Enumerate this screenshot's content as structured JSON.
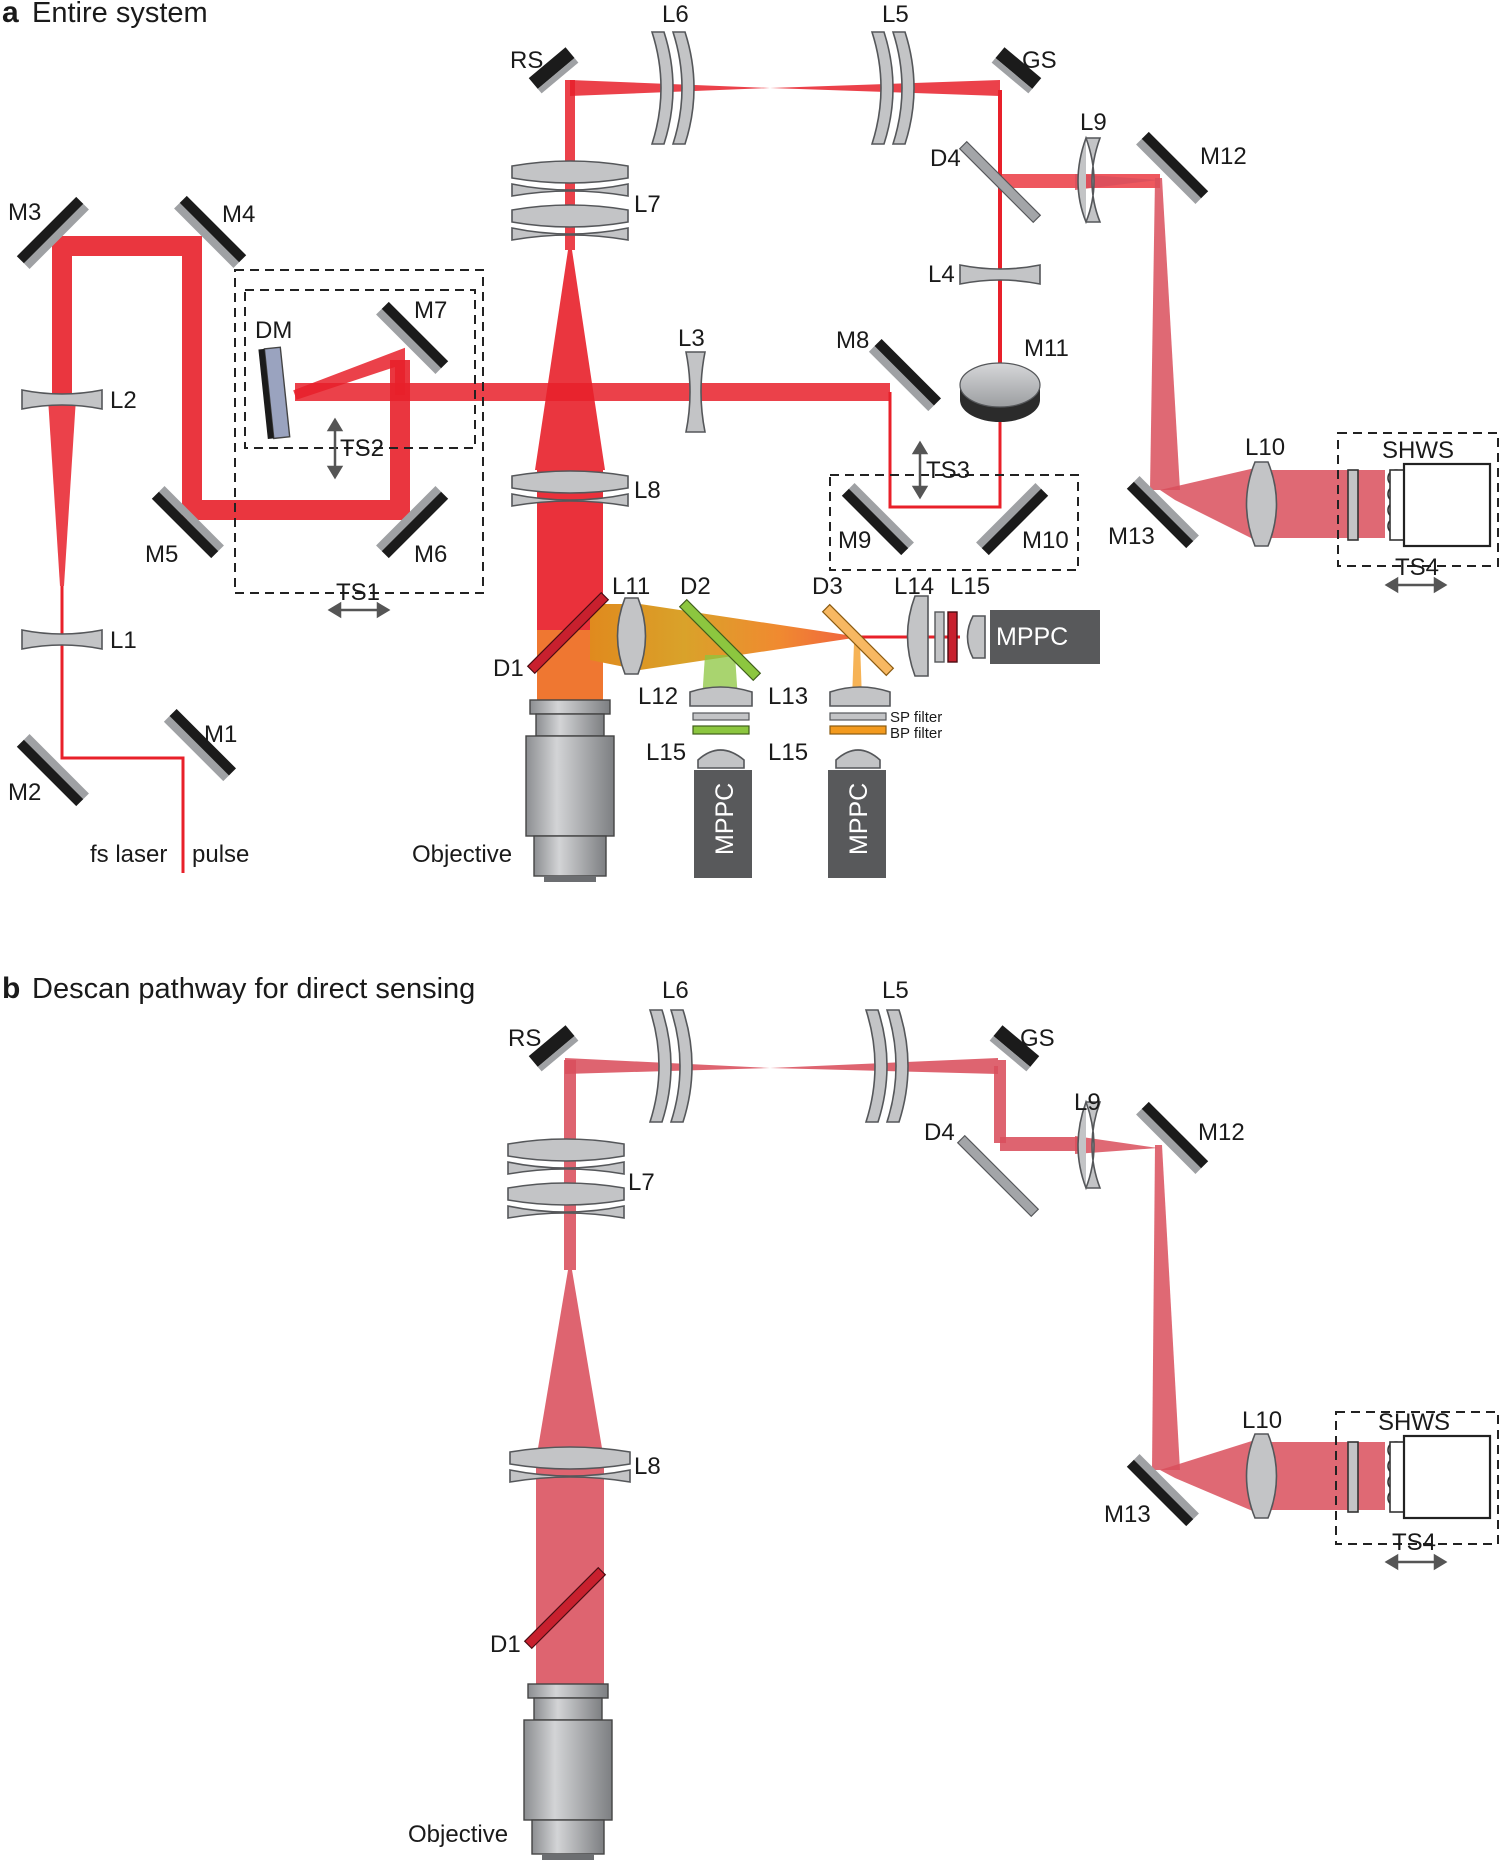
{
  "panels": [
    {
      "letter": "a",
      "title": "Entire system"
    },
    {
      "letter": "b",
      "title": "Descan pathway for direct sensing"
    }
  ],
  "panel_a": {
    "mirrors": [
      "RS",
      "GS",
      "M1",
      "M2",
      "M3",
      "M4",
      "M5",
      "M6",
      "M7",
      "M8",
      "M9",
      "M10",
      "M11",
      "M12",
      "M13"
    ],
    "lenses": [
      "L1",
      "L2",
      "L3",
      "L4",
      "L5",
      "L6",
      "L7",
      "L8",
      "L9",
      "L10",
      "L11",
      "L12",
      "L13",
      "L14",
      "L15",
      "L15",
      "L15"
    ],
    "dichroics": [
      "D1",
      "D2",
      "D3",
      "D4"
    ],
    "deformable_mirror": "DM",
    "translation_stages": [
      "TS1",
      "TS2",
      "TS3",
      "TS4"
    ],
    "sensor": "SHWS",
    "detectors": [
      "MPPC",
      "MPPC",
      "MPPC"
    ],
    "filters": [
      "SP filter",
      "BP filter"
    ],
    "objective": "Objective",
    "source": "fs laser",
    "source_suffix": "pulse"
  },
  "panel_b": {
    "mirrors": [
      "RS",
      "GS",
      "M12",
      "M13"
    ],
    "lenses": [
      "L5",
      "L6",
      "L7",
      "L8",
      "L9",
      "L10"
    ],
    "dichroics": [
      "D1",
      "D4"
    ],
    "translation_stages": [
      "TS4"
    ],
    "sensor": "SHWS",
    "objective": "Objective"
  },
  "colors": {
    "excitation_beam": "#e8202a",
    "return_beam": "#d94f5c",
    "green_signal": "#8cc63f",
    "orange_signal": "#f39a1e",
    "optic_body": "#c3c4c6",
    "mirror_backing": "#1b1b1b",
    "detector_body": "#58595b"
  }
}
